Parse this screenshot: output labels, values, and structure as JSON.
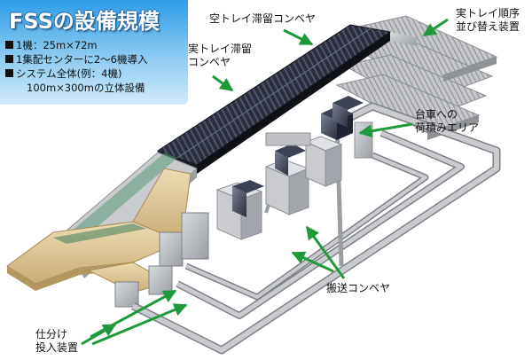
{
  "title": "FSSの設備規模",
  "specs": [
    "1機：25m×72m",
    "1集配センターに2～6機導入",
    "システム全体(例：4機)"
  ],
  "spec_continuation": "100m×300mの立体設備",
  "labels": {
    "empty_tray_conveyor": "空トレイ滞留コンベヤ",
    "loaded_tray_conveyor_1": "実トレイ滞留",
    "loaded_tray_conveyor_2": "コンベヤ",
    "sequence_sort_1": "実トレイ順序",
    "sequence_sort_2": "並び替え装置",
    "cart_loading_1": "台車への",
    "cart_loading_2": "荷積みエリア",
    "transport_conveyor": "搬送コンベヤ",
    "sort_input_1": "仕分け",
    "sort_input_2": "投入装置"
  },
  "colors": {
    "title_gradient_top": "#2e9de8",
    "arrow_green": "#1f9a3a",
    "conveyor_dark": "#1c1f2b",
    "frame_gray": "#b9bcc0",
    "platform_tan": "#dcc79a"
  }
}
